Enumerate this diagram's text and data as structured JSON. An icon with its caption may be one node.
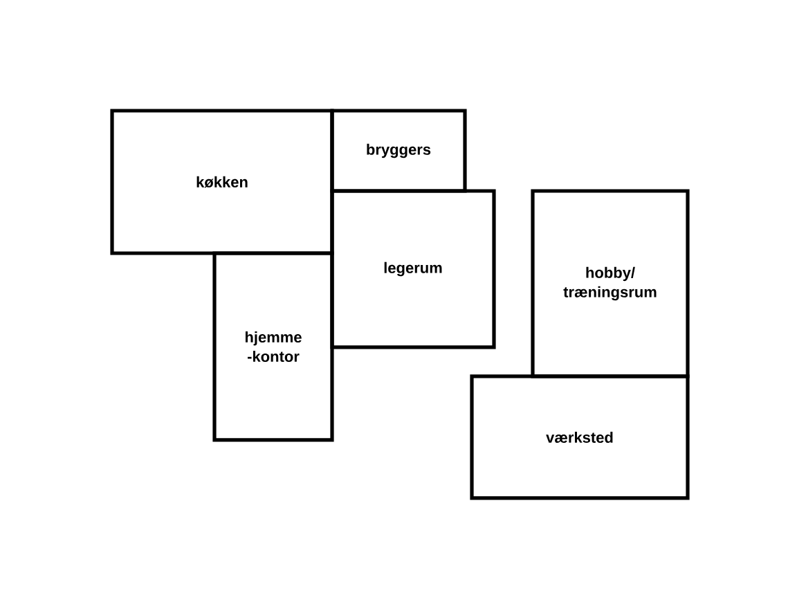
{
  "diagram": {
    "nodes": [
      {
        "text": [
          "køkken"
        ]
      },
      {
        "text": [
          "bryggers"
        ]
      },
      {
        "text": [
          "legerum"
        ]
      },
      {
        "text": [
          "hjemme -kontor"
        ]
      },
      {
        "text": [
          "hobby/ træningsrum"
        ]
      },
      {
        "text": [
          "værksted"
        ]
      }
    ]
  }
}
